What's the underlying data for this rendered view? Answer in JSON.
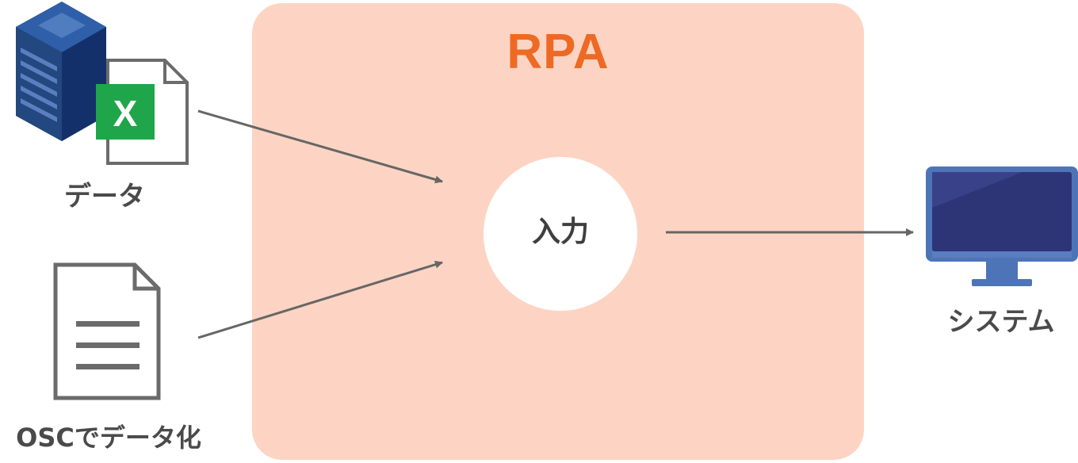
{
  "rpa": {
    "title": "RPA",
    "center_label": "入力"
  },
  "inputs": [
    {
      "label": "データ",
      "icons": [
        "server-icon",
        "excel-file-icon"
      ]
    },
    {
      "label": "OSCでデータ化",
      "icons": [
        "document-icon"
      ]
    }
  ],
  "output": {
    "label": "システム",
    "icon": "monitor-icon"
  },
  "excel_letter": "X",
  "colors": {
    "rpa_background": "#fdd4c3",
    "rpa_title": "#ee6a24",
    "arrow": "#666666",
    "excel_green": "#1fa64a",
    "server_blue": "#1e3f7a",
    "monitor_blue": "#2d3577"
  }
}
